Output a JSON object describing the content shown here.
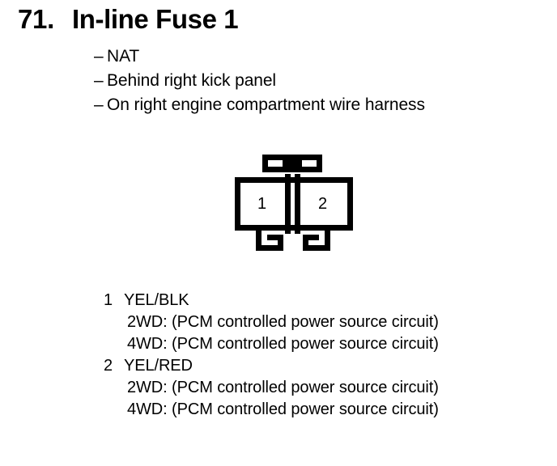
{
  "page": {
    "background_color": "#ffffff",
    "text_color": "#000000"
  },
  "header": {
    "item_number": "71.",
    "title": "In-line Fuse 1",
    "notes": [
      {
        "dash": "–",
        "text": "NAT"
      },
      {
        "dash": "–",
        "text": "Behind right kick panel"
      },
      {
        "dash": "–",
        "text": "On right engine compartment wire harness"
      }
    ]
  },
  "connector": {
    "cavity_count": 2,
    "pins": [
      {
        "number": "1"
      },
      {
        "number": "2"
      }
    ],
    "stroke_color": "#000000",
    "fill_color": "#ffffff"
  },
  "legend": {
    "terminals": [
      {
        "number": "1",
        "wire_color": "YEL/BLK",
        "circuits": [
          "2WD: (PCM controlled power source circuit)",
          "4WD: (PCM controlled power source circuit)"
        ]
      },
      {
        "number": "2",
        "wire_color": "YEL/RED",
        "circuits": [
          "2WD: (PCM controlled power source circuit)",
          "4WD: (PCM controlled power source circuit)"
        ]
      }
    ]
  }
}
